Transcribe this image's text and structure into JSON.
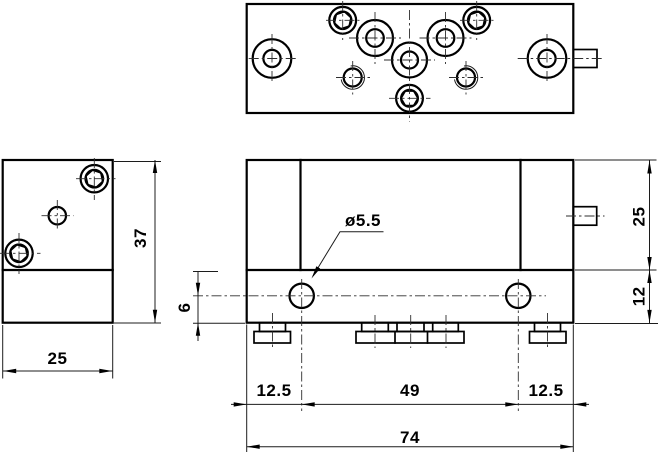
{
  "drawing": {
    "colors": {
      "line": "#000000",
      "background": "#ffffff",
      "centerline": "#2e2e2e"
    },
    "labels": {
      "diameter_callout": "ø5.5",
      "total_width": "74",
      "left_offset": "12.5",
      "hole_spacing": "49",
      "right_offset": "12.5",
      "upper_height": "25",
      "flange_height": "12",
      "hole_height": "6",
      "side_height": "37",
      "side_width": "25"
    }
  }
}
